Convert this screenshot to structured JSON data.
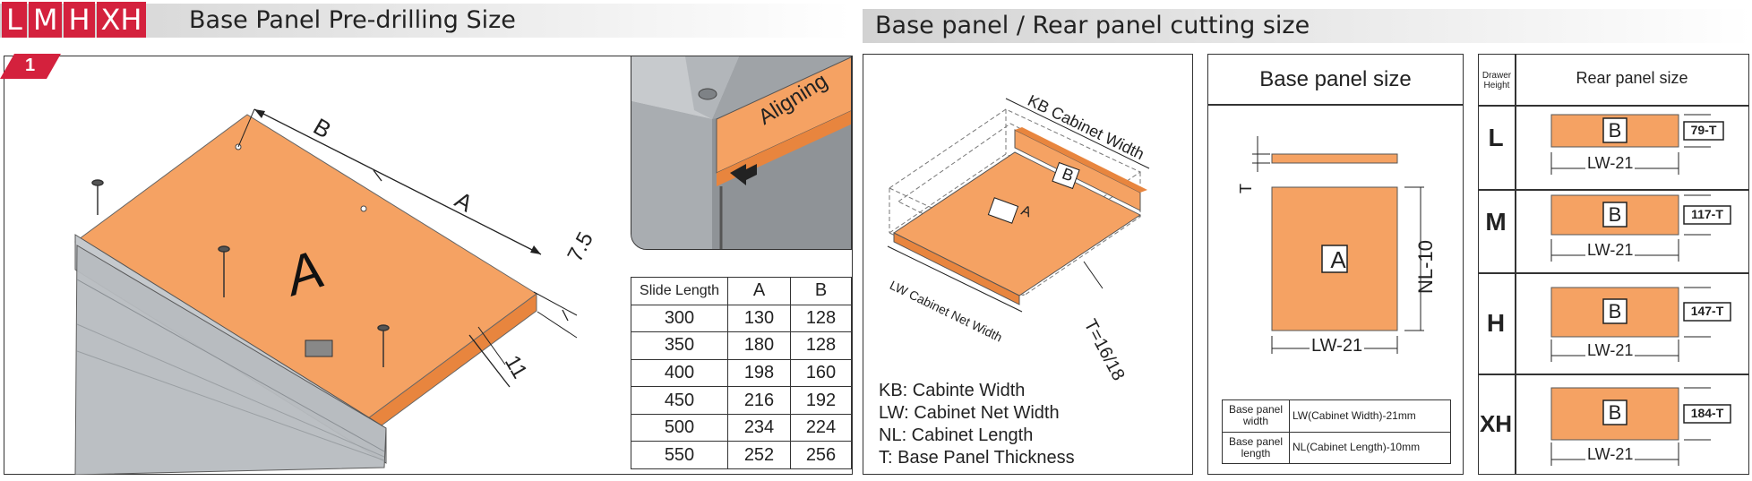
{
  "size_tags": [
    "L",
    "M",
    "H",
    "XH"
  ],
  "left_title": "Base Panel Pre-drilling Size",
  "step_number": "1",
  "drill": {
    "label_a": "A",
    "label_b_dim": "B",
    "label_a_dim": "A",
    "dim_75": "7.5",
    "dim_11": "11",
    "aligning": "Aligning"
  },
  "slide_table": {
    "headers": [
      "Slide Length",
      "A",
      "B"
    ],
    "rows": [
      [
        "300",
        "130",
        "128"
      ],
      [
        "350",
        "180",
        "128"
      ],
      [
        "400",
        "198",
        "160"
      ],
      [
        "450",
        "216",
        "192"
      ],
      [
        "500",
        "234",
        "224"
      ],
      [
        "550",
        "252",
        "256"
      ]
    ]
  },
  "right_title": "Base panel / Rear panel cutting size",
  "drawer_diagram": {
    "kb_label": "KB Cabinet Width",
    "lw_label": "LW Cabinet Net Width",
    "t_label": "T=16/18",
    "panel_a": "A",
    "panel_b": "B"
  },
  "legend": [
    "KB: Cabinte Width",
    "LW: Cabinet Net Width",
    "NL: Cabinet Length",
    "T: Base Panel Thickness"
  ],
  "base_panel": {
    "title": "Base panel size",
    "t_label": "T",
    "panel_label": "A",
    "nl_label": "NL-10",
    "lw_label": "LW-21",
    "table": [
      [
        "Base panel width",
        "LW(Cabinet Width)-21mm"
      ],
      [
        "Base panel length",
        "NL(Cabinet Length)-10mm"
      ]
    ]
  },
  "rear_panel": {
    "header_height": "Drawer Height",
    "header_size": "Rear panel size",
    "rows": [
      {
        "height": "L",
        "panel": "B",
        "dim": "79-T",
        "lw": "LW-21"
      },
      {
        "height": "M",
        "panel": "B",
        "dim": "117-T",
        "lw": "LW-21"
      },
      {
        "height": "H",
        "panel": "B",
        "dim": "147-T",
        "lw": "LW-21"
      },
      {
        "height": "XH",
        "panel": "B",
        "dim": "184-T",
        "lw": "LW-21"
      }
    ]
  },
  "colors": {
    "accent_red": "#d4213d",
    "panel_orange": "#f5a263",
    "panel_orange_dark": "#e8853e",
    "rail_gray": "#b8bcc0"
  }
}
